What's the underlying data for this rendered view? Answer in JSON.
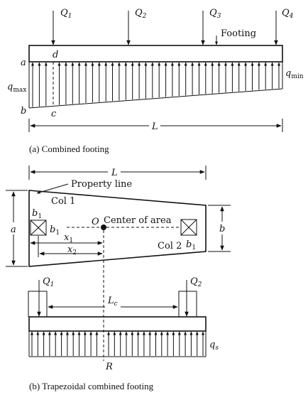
{
  "figure_a": {
    "loads": [
      {
        "base": "Q",
        "sub": "1"
      },
      {
        "base": "Q",
        "sub": "2"
      },
      {
        "base": "Q",
        "sub": "3"
      },
      {
        "base": "Q",
        "sub": "4"
      }
    ],
    "footing_label": "Footing",
    "point_a": "a",
    "point_b": "b",
    "point_c": "c",
    "point_d": "d",
    "qmax_base": "q",
    "qmax_sub": "max",
    "qmin_base": "q",
    "qmin_sub": "min",
    "length_label": "L",
    "caption": "(a) Combined footing"
  },
  "figure_b": {
    "length_label": "L",
    "property_line_label": "Property line",
    "col1_label": "Col 1",
    "col2_label": "Col 2",
    "b1_label": "b",
    "b1_sub": "1",
    "center_point": "O",
    "center_label": "Center of area",
    "dim_a": "a",
    "dim_b": "b",
    "x1_base": "x",
    "x1_sub": "1",
    "x2_base": "x",
    "x2_sub": "2",
    "load1": {
      "base": "Q",
      "sub": "1"
    },
    "load2": {
      "base": "Q",
      "sub": "2"
    },
    "lc_base": "L",
    "lc_sub": "c",
    "qs_base": "q",
    "qs_sub": "s",
    "resultant_label": "R",
    "caption": "(b) Trapezoidal combined footing"
  }
}
